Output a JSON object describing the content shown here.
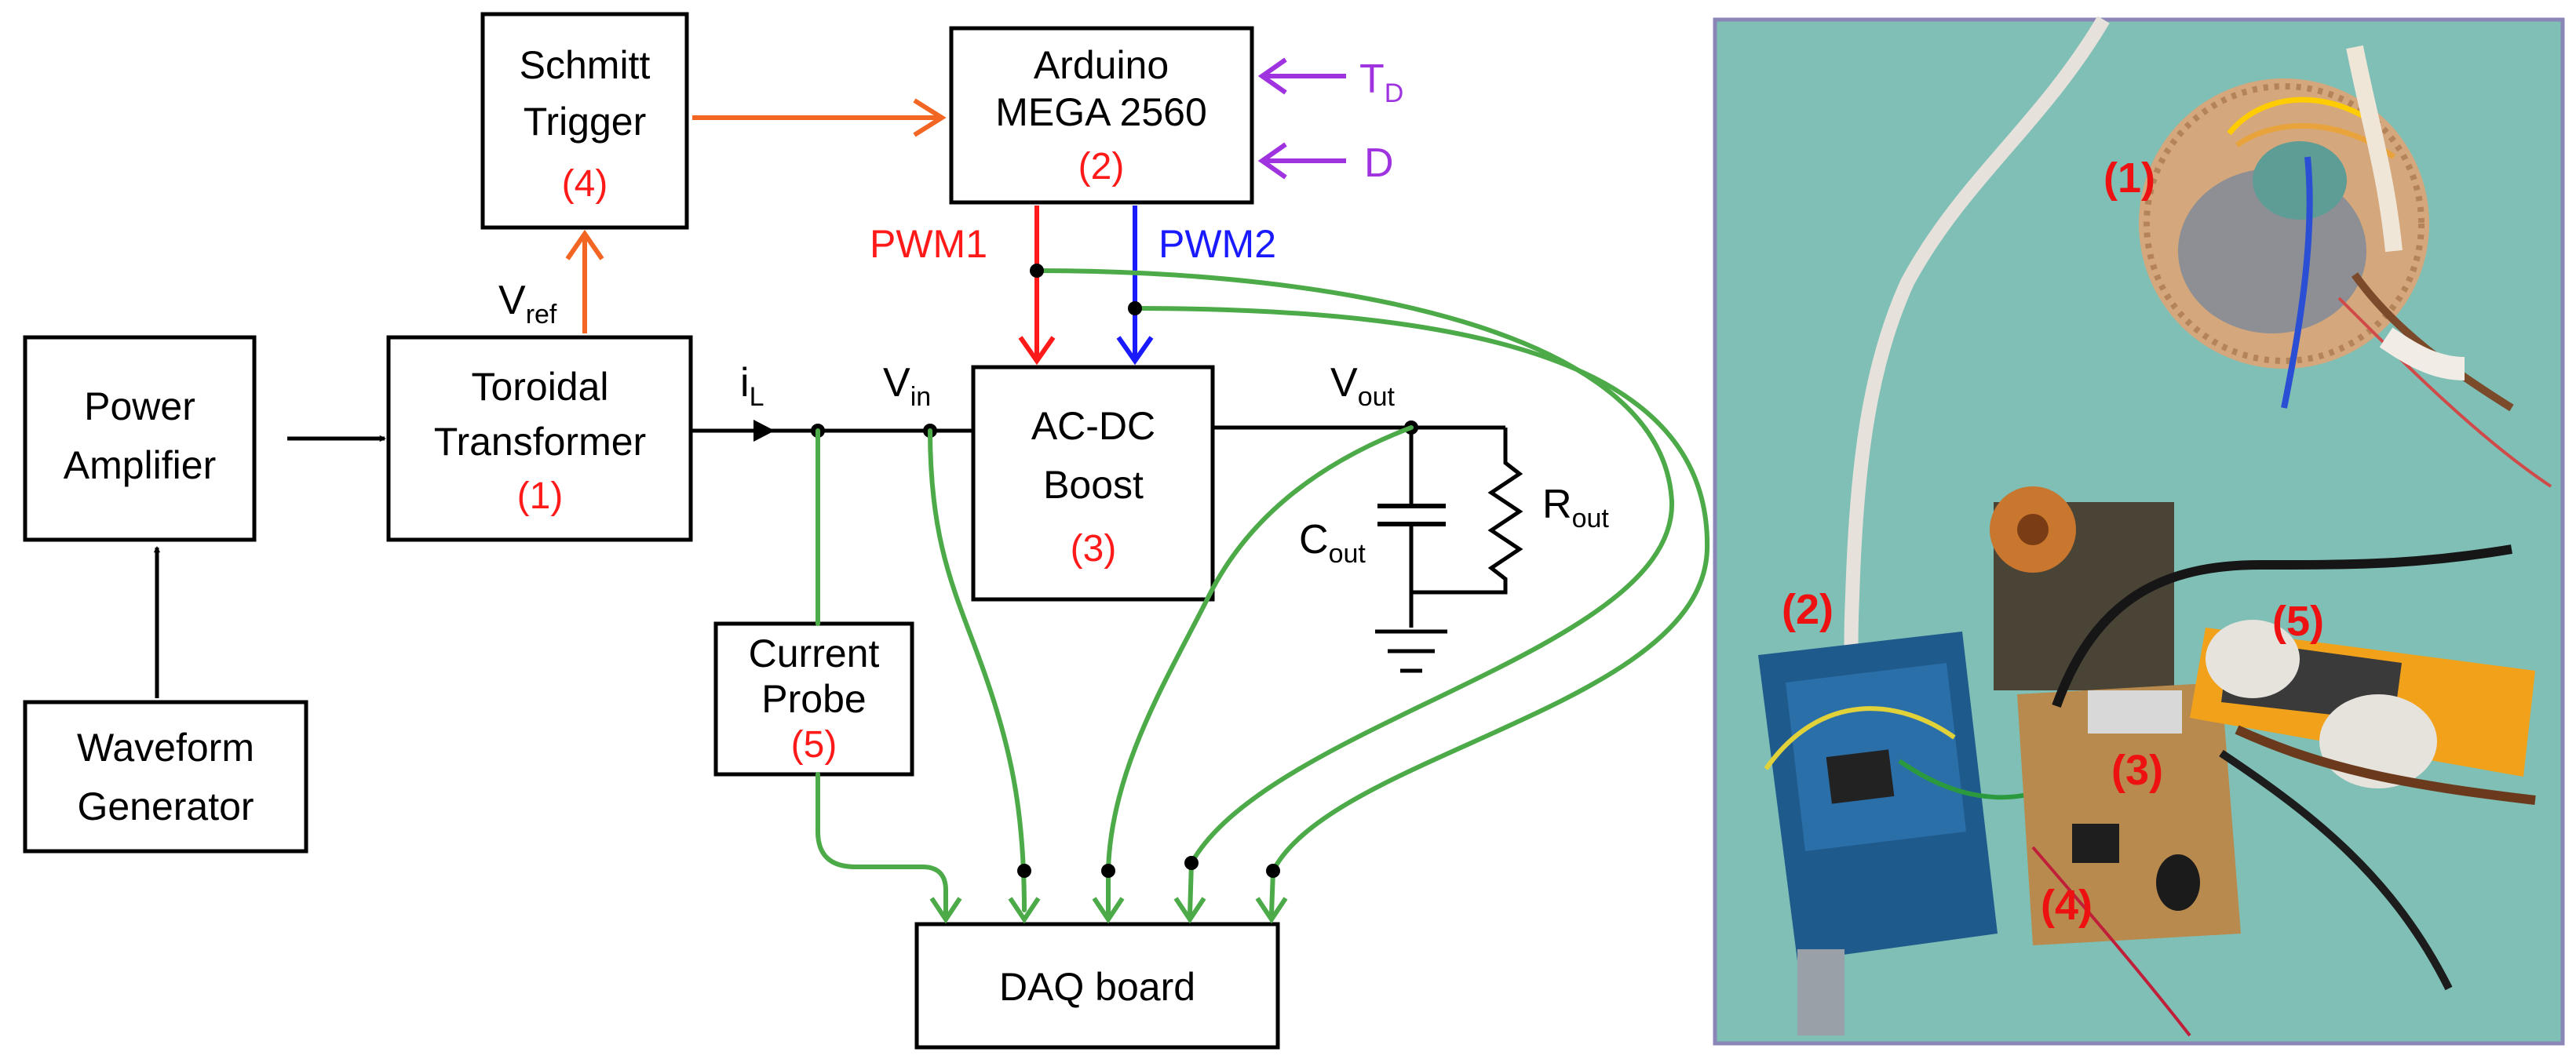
{
  "colors": {
    "orange": "#f26522",
    "red": "#ff1a1a",
    "blue": "#1a1aff",
    "green": "#4caa48",
    "purple": "#a033e0",
    "photo_background": "#7fbfb6",
    "photo_border": "#8a86b8"
  },
  "blocks": {
    "power_amplifier": {
      "line1": "Power",
      "line2": "Amplifier"
    },
    "waveform_generator": {
      "line1": "Waveform",
      "line2": "Generator"
    },
    "toroidal_transformer": {
      "line1": "Toroidal",
      "line2": "Transformer",
      "number": "(1)"
    },
    "schmitt_trigger": {
      "line1": "Schmitt",
      "line2": "Trigger",
      "number": "(4)"
    },
    "arduino": {
      "line1": "Arduino",
      "line2": "MEGA 2560",
      "number": "(2)"
    },
    "boost": {
      "line1": "AC-DC",
      "line2": "Boost",
      "number": "(3)"
    },
    "current_probe": {
      "line1": "Current",
      "line2": "Probe",
      "number": "(5)"
    },
    "daq": {
      "label": "DAQ board"
    }
  },
  "labels": {
    "vref": {
      "main": "V",
      "sub": "ref"
    },
    "il": {
      "main": "i",
      "sub": "L"
    },
    "vin": {
      "main": "V",
      "sub": "in"
    },
    "vout": {
      "main": "V",
      "sub": "out"
    },
    "cout": {
      "main": "C",
      "sub": "out"
    },
    "rout": {
      "main": "R",
      "sub": "out"
    },
    "td": {
      "main": "T",
      "sub": "D"
    },
    "d": "D",
    "pwm1": "PWM1",
    "pwm2": "PWM2"
  },
  "photo": {
    "callouts": [
      "(1)",
      "(2)",
      "(3)",
      "(4)",
      "(5)"
    ]
  }
}
